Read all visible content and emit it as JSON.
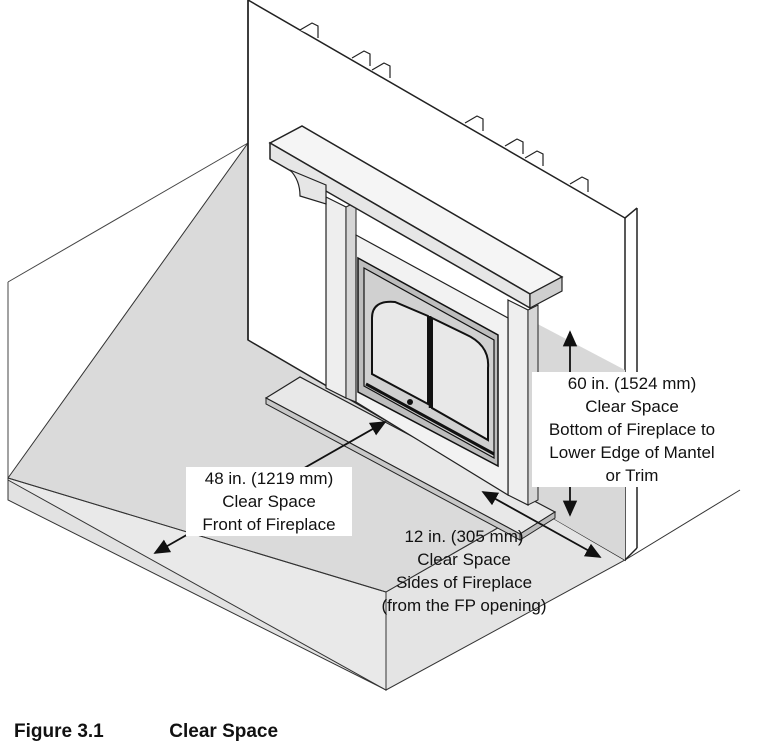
{
  "labels": {
    "front": [
      "48 in.  (1219 mm)",
      "Clear Space",
      "Front of Fireplace"
    ],
    "mantel": [
      "60 in.  (1524 mm)",
      "Clear Space",
      "Bottom of Fireplace to",
      "Lower Edge of Mantel",
      "or Trim"
    ],
    "sides": [
      "12 in.  (305 mm)",
      "Clear Space",
      "Sides of Fireplace",
      "(from the FP opening)"
    ]
  },
  "caption": {
    "number": "Figure 3.1",
    "title": "Clear Space"
  },
  "colors": {
    "floor": "#d8d8d8",
    "wall": "#ffffff",
    "stroke": "#222222",
    "mantel": "#eeeeee",
    "firebox": "#cfcfcf"
  }
}
